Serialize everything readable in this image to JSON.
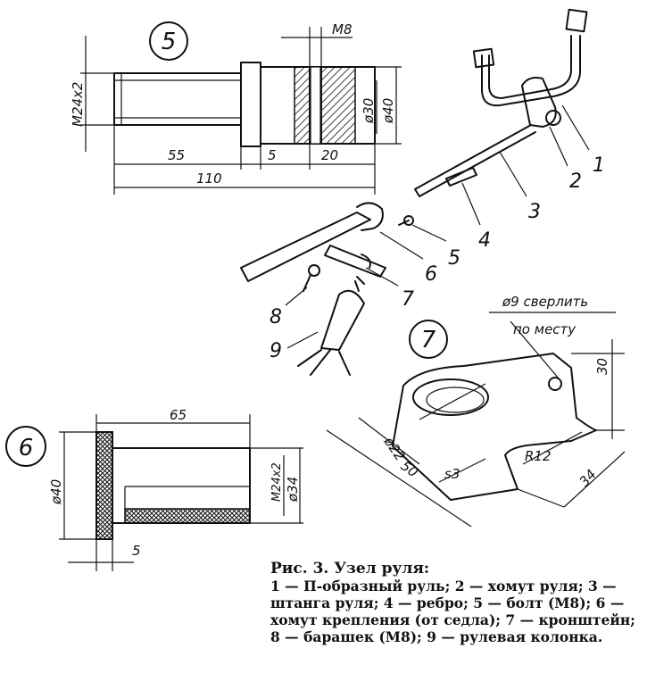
{
  "part5": {
    "number": "5",
    "dims": {
      "m8": "M8",
      "m24": "M24x2",
      "d30": "ø30",
      "d40": "ø40",
      "l55": "55",
      "l110": "110",
      "l5": "5",
      "l20": "20"
    }
  },
  "part6": {
    "number": "6",
    "dims": {
      "l65": "65",
      "d40": "ø40",
      "m24": "M24x2",
      "d34": "ø34",
      "l5": "5"
    }
  },
  "part7": {
    "number": "7",
    "note_line1": "ø9 сверлить",
    "note_line2": "по месту",
    "dims": {
      "d30": "30",
      "d22": "ø22",
      "l50": "50",
      "s3": "s3",
      "r12": "R12",
      "l34": "34"
    }
  },
  "callouts": [
    "1",
    "2",
    "3",
    "4",
    "5",
    "6",
    "7",
    "8",
    "9"
  ],
  "caption": {
    "title": "Рис. 3. Узел руля:",
    "body": "1 — П-образный руль; 2 — хомут руля; 3 — штанга руля; 4 — ребро; 5 — болт (М8); 6 — хомут крепления (от седла); 7 — кронштейн; 8 — барашек (М8); 9 — рулевая колонка."
  }
}
